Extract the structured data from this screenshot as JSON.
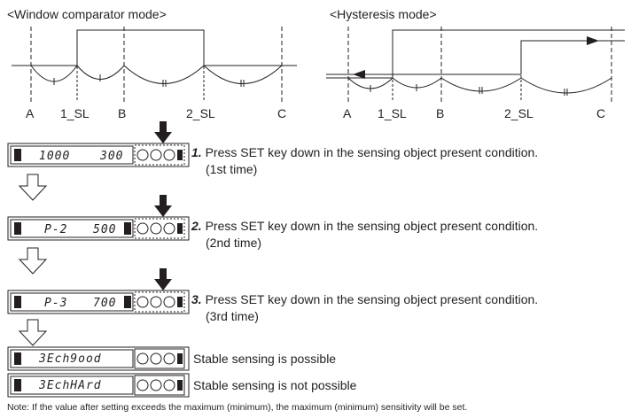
{
  "diagrams": {
    "window": {
      "title": "<Window comparator mode>",
      "labels": {
        "a": "A",
        "sl1": "1_SL",
        "b": "B",
        "sl2": "2_SL",
        "c": "C"
      }
    },
    "hysteresis": {
      "title": "<Hysteresis mode>",
      "labels": {
        "a": "A",
        "sl1": "1_SL",
        "b": "B",
        "sl2": "2_SL",
        "c": "C"
      }
    }
  },
  "steps": [
    {
      "num": "1.",
      "text": "Press SET key down in the sensing object present condition.",
      "sub": "(1st time)",
      "display_left": "1000",
      "display_right": "300"
    },
    {
      "num": "2.",
      "text": "Press SET key down in the sensing object present condition.",
      "sub": "(2nd time)",
      "display_left": "P-2",
      "display_right": "500"
    },
    {
      "num": "3.",
      "text": "Press SET key down in the sensing object present condition.",
      "sub": "(3rd time)",
      "display_left": "P-3",
      "display_right": "700"
    }
  ],
  "results": [
    {
      "display": "3Ech9ood",
      "text": "Stable sensing is possible"
    },
    {
      "display": "3EchHArd",
      "text": "Stable sensing is not possible"
    }
  ],
  "note": "Note:  If the value after setting exceeds the maximum (minimum), the maximum (minimum) sensitivity will be set."
}
